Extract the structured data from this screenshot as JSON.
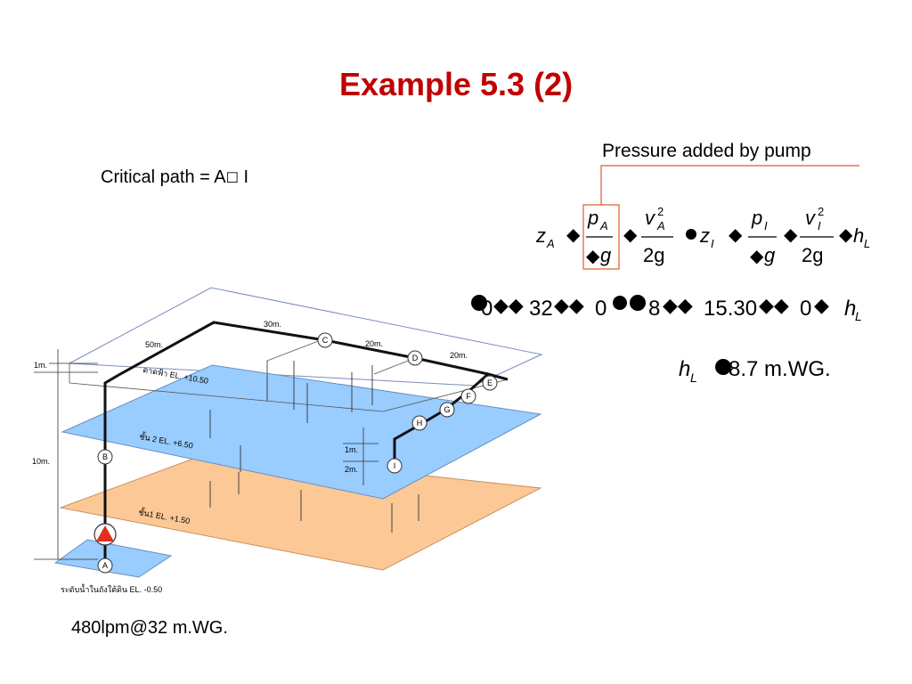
{
  "slide": {
    "title": "Example 5.3 (2)",
    "critical_path": "Critical path = A\u0000 I",
    "critical_path_text": "Critical path = A",
    "critical_path_box": "☐",
    "critical_path_end": " I",
    "pump_label": "Pressure added by pump",
    "bottom_note": "480lpm@32 m.WG."
  },
  "equation1": {
    "zA": "z",
    "zA_sub": "A",
    "pA": "p",
    "pA_sub": "A",
    "vA": "v",
    "vA_sub": "A",
    "sq": "2",
    "two_g": "2g",
    "g": "g",
    "zI": "z",
    "zI_sub": "I",
    "pI": "p",
    "pI_sub": "I",
    "vI": "v",
    "vI_sub": "I",
    "hL": "h",
    "hL_sub": "L"
  },
  "equation2": {
    "n1": "0",
    "n2": "32",
    "n3": "0",
    "n4": "8",
    "n5": "15.30",
    "n6": "0",
    "hL": "h",
    "hL_sub": "L"
  },
  "equation3": {
    "hL": "h",
    "hL_sub": "L",
    "value": "8.7 m.WG."
  },
  "diagram": {
    "lengths": [
      "50m.",
      "30m.",
      "20m.",
      "20m."
    ],
    "nodes": [
      "A",
      "B",
      "C",
      "D",
      "E",
      "F",
      "G",
      "H",
      "I"
    ],
    "floor_top": "ดาดฟ้า EL. +10.50",
    "floor_2": "ชั้น 2 EL. +6.50",
    "floor_1": "ชั้น1 EL. +1.50",
    "tank": "ระดับน้ำในถังใต้ดิน EL. -0.50",
    "dim_1m_left": "1m.",
    "dim_10m": "10m.",
    "dim_1m_right": "1m.",
    "dim_2m": "2m.",
    "colors": {
      "floor_blue": "#99ccff",
      "floor_orange": "#fcc896",
      "title_red": "#c00000",
      "pump_red": "#e0301e",
      "highlight_box": "#e05a2a"
    }
  }
}
